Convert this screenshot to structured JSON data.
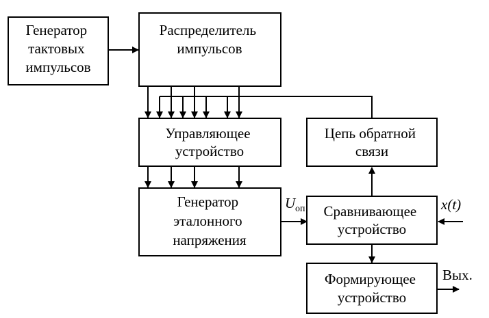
{
  "blocks": {
    "clock_generator": [
      "Генератор",
      "тактовых",
      "импульсов"
    ],
    "pulse_distributor": [
      "Распределитель",
      "импульсов"
    ],
    "control_unit": [
      "Управляющее",
      "устройство"
    ],
    "reference_generator": [
      "Генератор",
      "эталонного",
      "напряжения"
    ],
    "feedback_circuit": [
      "Цепь обратной",
      "связи"
    ],
    "comparator": [
      "Сравнивающее",
      "устройство"
    ],
    "shaper": [
      "Формирующее",
      "устройство"
    ]
  },
  "signals": {
    "u_main": "U",
    "u_sub": "оп",
    "input": "x(t)",
    "output": "Вых."
  },
  "colors": {
    "stroke": "#000000",
    "background": "#ffffff"
  }
}
